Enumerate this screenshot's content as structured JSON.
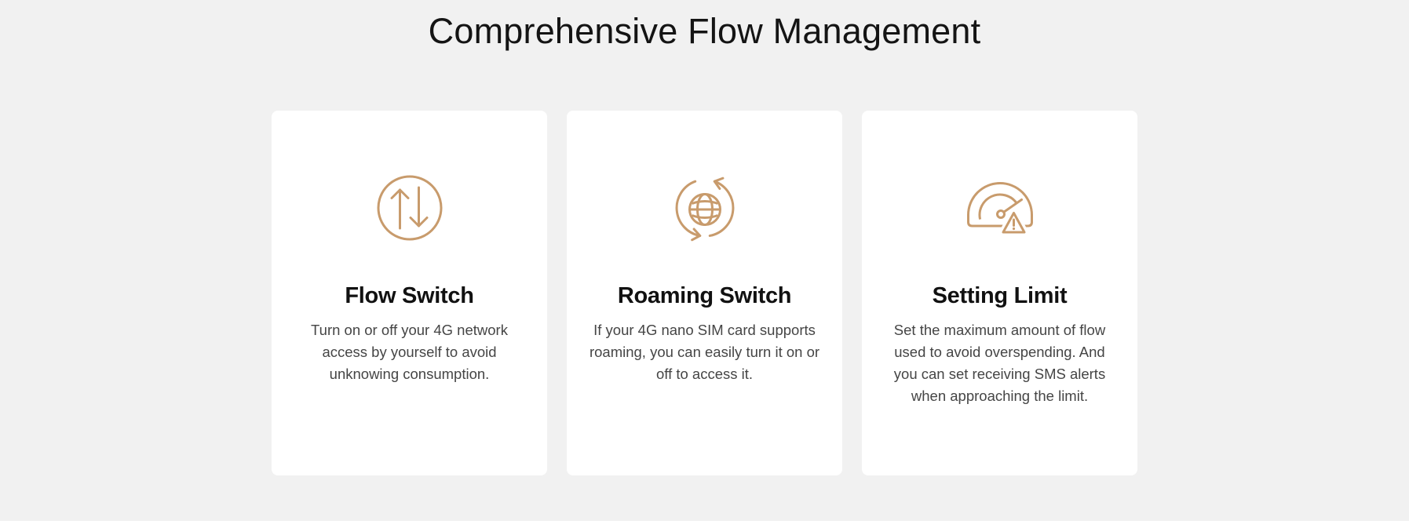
{
  "page_title": "Comprehensive Flow Management",
  "colors": {
    "background": "#F1F1F1",
    "card_background": "#FFFFFF",
    "icon_stroke": "#C89B6C",
    "title_text": "#141414",
    "heading_text": "#111111",
    "body_text": "#454545"
  },
  "cards": [
    {
      "icon": "up-down-arrows-circle-icon",
      "title": "Flow Switch",
      "description": "Turn on or off your 4G network access by yourself to avoid unknowing consumption."
    },
    {
      "icon": "globe-refresh-arrows-icon",
      "title": "Roaming Switch",
      "description": "If your 4G nano SIM card supports roaming, you can easily turn it on or off to access it."
    },
    {
      "icon": "gauge-warning-icon",
      "title": "Setting Limit",
      "description": "Set the maximum amount of flow used to avoid overspending. And you can set receiving SMS alerts when approaching the limit."
    }
  ]
}
